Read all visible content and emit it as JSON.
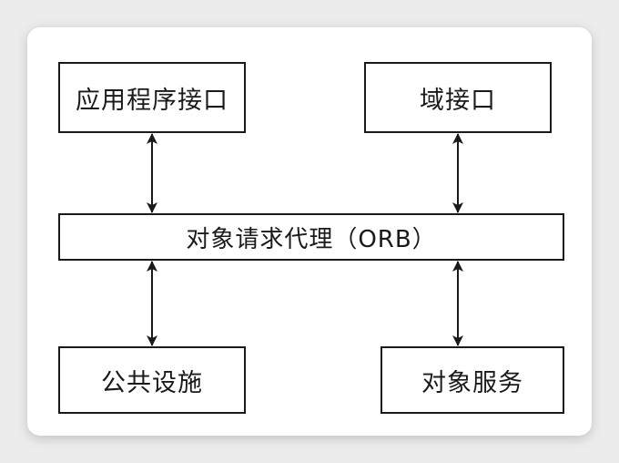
{
  "boxes": {
    "app_interface": "应用程序接口",
    "domain_interface": "域接口",
    "orb": "对象请求代理（ORB）",
    "common_facilities": "公共设施",
    "object_services": "对象服务"
  },
  "arrows": [
    {
      "from": "app_interface",
      "to": "orb",
      "direction": "bidirectional"
    },
    {
      "from": "domain_interface",
      "to": "orb",
      "direction": "bidirectional"
    },
    {
      "from": "orb",
      "to": "common_facilities",
      "direction": "bidirectional"
    },
    {
      "from": "orb",
      "to": "object_services",
      "direction": "bidirectional"
    }
  ],
  "colors": {
    "line": "#1a1a1a",
    "card": "#ffffff",
    "background": "#ececec"
  }
}
